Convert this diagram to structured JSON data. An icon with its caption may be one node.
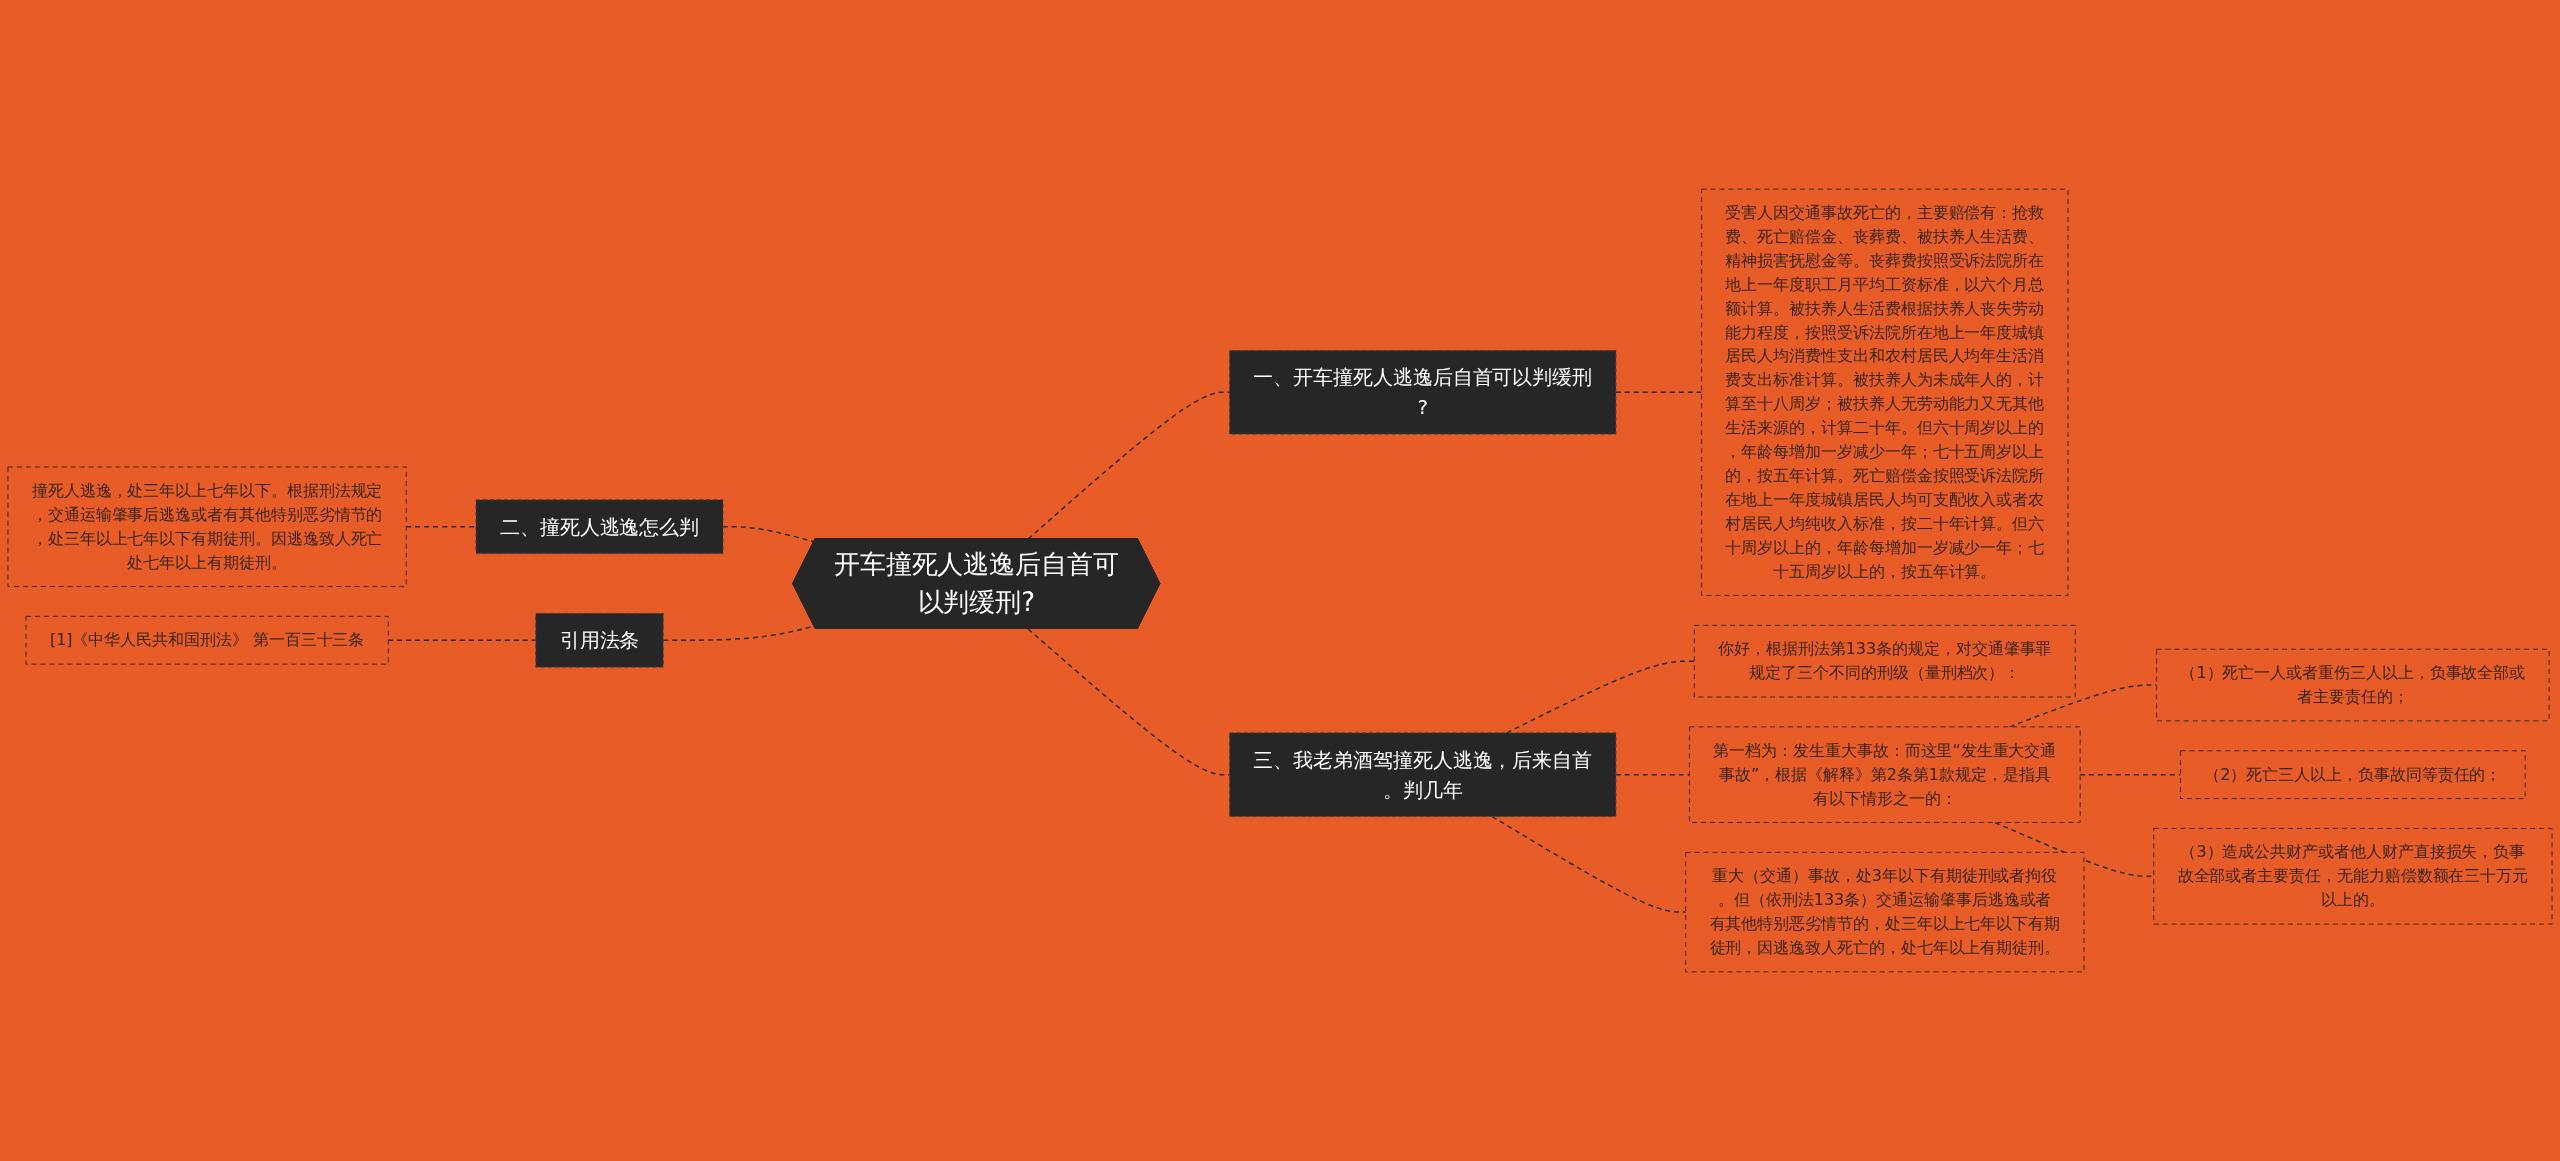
{
  "diagram": {
    "nodes": [
      {
        "text": [
          "开车撞死人逃逸后自首可以判缓刑?"
        ]
      },
      {
        "text": [
          "一、开车撞死人逃逸后自首可以判缓刑?"
        ]
      },
      {
        "text": [
          "受害人因交通事故死亡的，主要赔偿有：抢救费、死亡赔偿金、丧葬费、被扶养人生活费、精神损害抚慰金等。丧葬费按照受诉法院所在地上一年度职工月平均工资标准，以六个月总额计算。被扶养人生活费根据扶养人丧失劳动能力程度，按照受诉法院所在地上一年度城镇居民人均消费性支出和农村居民人均年生活消费支出标准计算。被扶养人为未成年人的，计算至十八周岁；被扶养人无劳动能力又无其他生活来源的，计算二十年。但六十周岁以上的，年龄每增加一岁减少一年；七十五周岁以上的，按五年计算。死亡赔偿金按照受诉法院所在地上一年度城镇居民人均可支配收入或者农村居民人均纯收入标准，按二十年计算。但六十周岁以上的，年龄每增加一岁减少一年；七十五周岁以上的，按五年计算。"
        ]
      },
      {
        "text": [
          "二、撞死人逃逸怎么判"
        ]
      },
      {
        "text": [
          "撞死人逃逸，处三年以上七年以下。根据刑法规定，交通运输肇事后逃逸或者有其他特别恶劣情节的，处三年以上七年以下有期徒刑。因逃逸致人死亡处七年以上有期徒刑。"
        ]
      },
      {
        "text": [
          "引用法条"
        ]
      },
      {
        "text": [
          "[1]《中华人民共和国刑法》 第一百三十三条"
        ]
      },
      {
        "text": [
          "三、我老弟酒驾撞死人逃逸，后来自首。判几年"
        ]
      },
      {
        "text": [
          "你好，根据刑法第133条的规定，对交通肇事罪规定了三个不同的刑级（量刑档次）："
        ]
      },
      {
        "text": [
          "第一档为：发生重大事故：而这里“发生重大交通事故”，根据《解释》第2条第1款规定，是指具有以下情形之一的："
        ]
      },
      {
        "text": [
          "（1）死亡一人或者重伤三人以上，负事故全部或者主要责任的；"
        ]
      },
      {
        "text": [
          "（2）死亡三人以上，负事故同等责任的；"
        ]
      },
      {
        "text": [
          "（3）造成公共财产或者他人财产直接损失，负事故全部或者主要责任，无能力赔偿数额在三十万元以上的。"
        ]
      },
      {
        "text": [
          "重大（交通）事故，处3年以下有期徒刑或者拘役。但（依刑法133条）交通运输肇事后逃逸或者有其他特别恶劣情节的，处三年以上七年以下有期徒刑，因逃逸致人死亡的，处七年以上有期徒刑。"
        ]
      }
    ],
    "edges": [
      {
        "from": 0,
        "to": 1,
        "arrow": "none"
      },
      {
        "from": 1,
        "to": 2,
        "arrow": "none"
      },
      {
        "from": 0,
        "to": 3,
        "arrow": "none"
      },
      {
        "from": 3,
        "to": 4,
        "arrow": "none"
      },
      {
        "from": 0,
        "to": 5,
        "arrow": "none"
      },
      {
        "from": 5,
        "to": 6,
        "arrow": "none"
      },
      {
        "from": 0,
        "to": 7,
        "arrow": "none"
      },
      {
        "from": 7,
        "to": 8,
        "arrow": "none"
      },
      {
        "from": 7,
        "to": 9,
        "arrow": "none"
      },
      {
        "from": 9,
        "to": 10,
        "arrow": "none"
      },
      {
        "from": 9,
        "to": 11,
        "arrow": "none"
      },
      {
        "from": 9,
        "to": 12,
        "arrow": "none"
      },
      {
        "from": 7,
        "to": 13,
        "arrow": "none"
      }
    ]
  }
}
